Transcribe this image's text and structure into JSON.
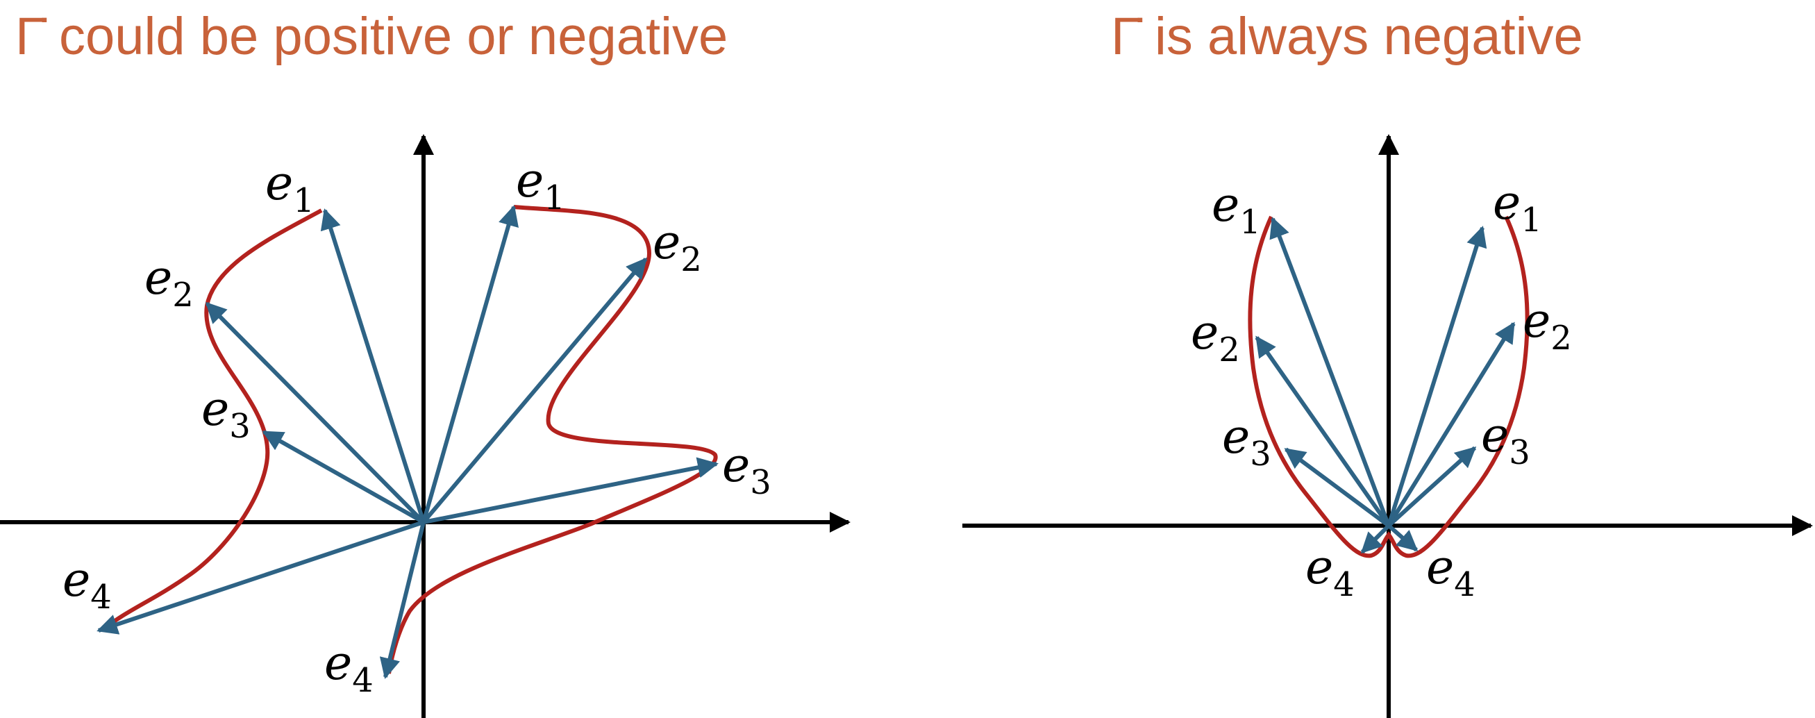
{
  "colors": {
    "title": "#C8623A",
    "vector": "#2E6385",
    "curve": "#B3221E",
    "axis": "#000000"
  },
  "left_panel": {
    "title": "Γ̇ could be positive or negative",
    "labels": {
      "e1_left": {
        "base": "e",
        "sub": "1"
      },
      "e2_left": {
        "base": "e",
        "sub": "2"
      },
      "e3_left": {
        "base": "e",
        "sub": "3"
      },
      "e4_left": {
        "base": "e",
        "sub": "4"
      },
      "e1_right": {
        "base": "e",
        "sub": "1"
      },
      "e2_right": {
        "base": "e",
        "sub": "2"
      },
      "e3_right": {
        "base": "e",
        "sub": "3"
      },
      "e4_bottom": {
        "base": "e",
        "sub": "4"
      }
    }
  },
  "right_panel": {
    "title": "Γ̇ is always negative",
    "labels": {
      "e1_left": {
        "base": "e",
        "sub": "1"
      },
      "e2_left": {
        "base": "e",
        "sub": "2"
      },
      "e3_left": {
        "base": "e",
        "sub": "3"
      },
      "e4_left": {
        "base": "e",
        "sub": "4"
      },
      "e1_right": {
        "base": "e",
        "sub": "1"
      },
      "e2_right": {
        "base": "e",
        "sub": "2"
      },
      "e3_right": {
        "base": "e",
        "sub": "3"
      },
      "e4_right": {
        "base": "e",
        "sub": "4"
      }
    }
  }
}
